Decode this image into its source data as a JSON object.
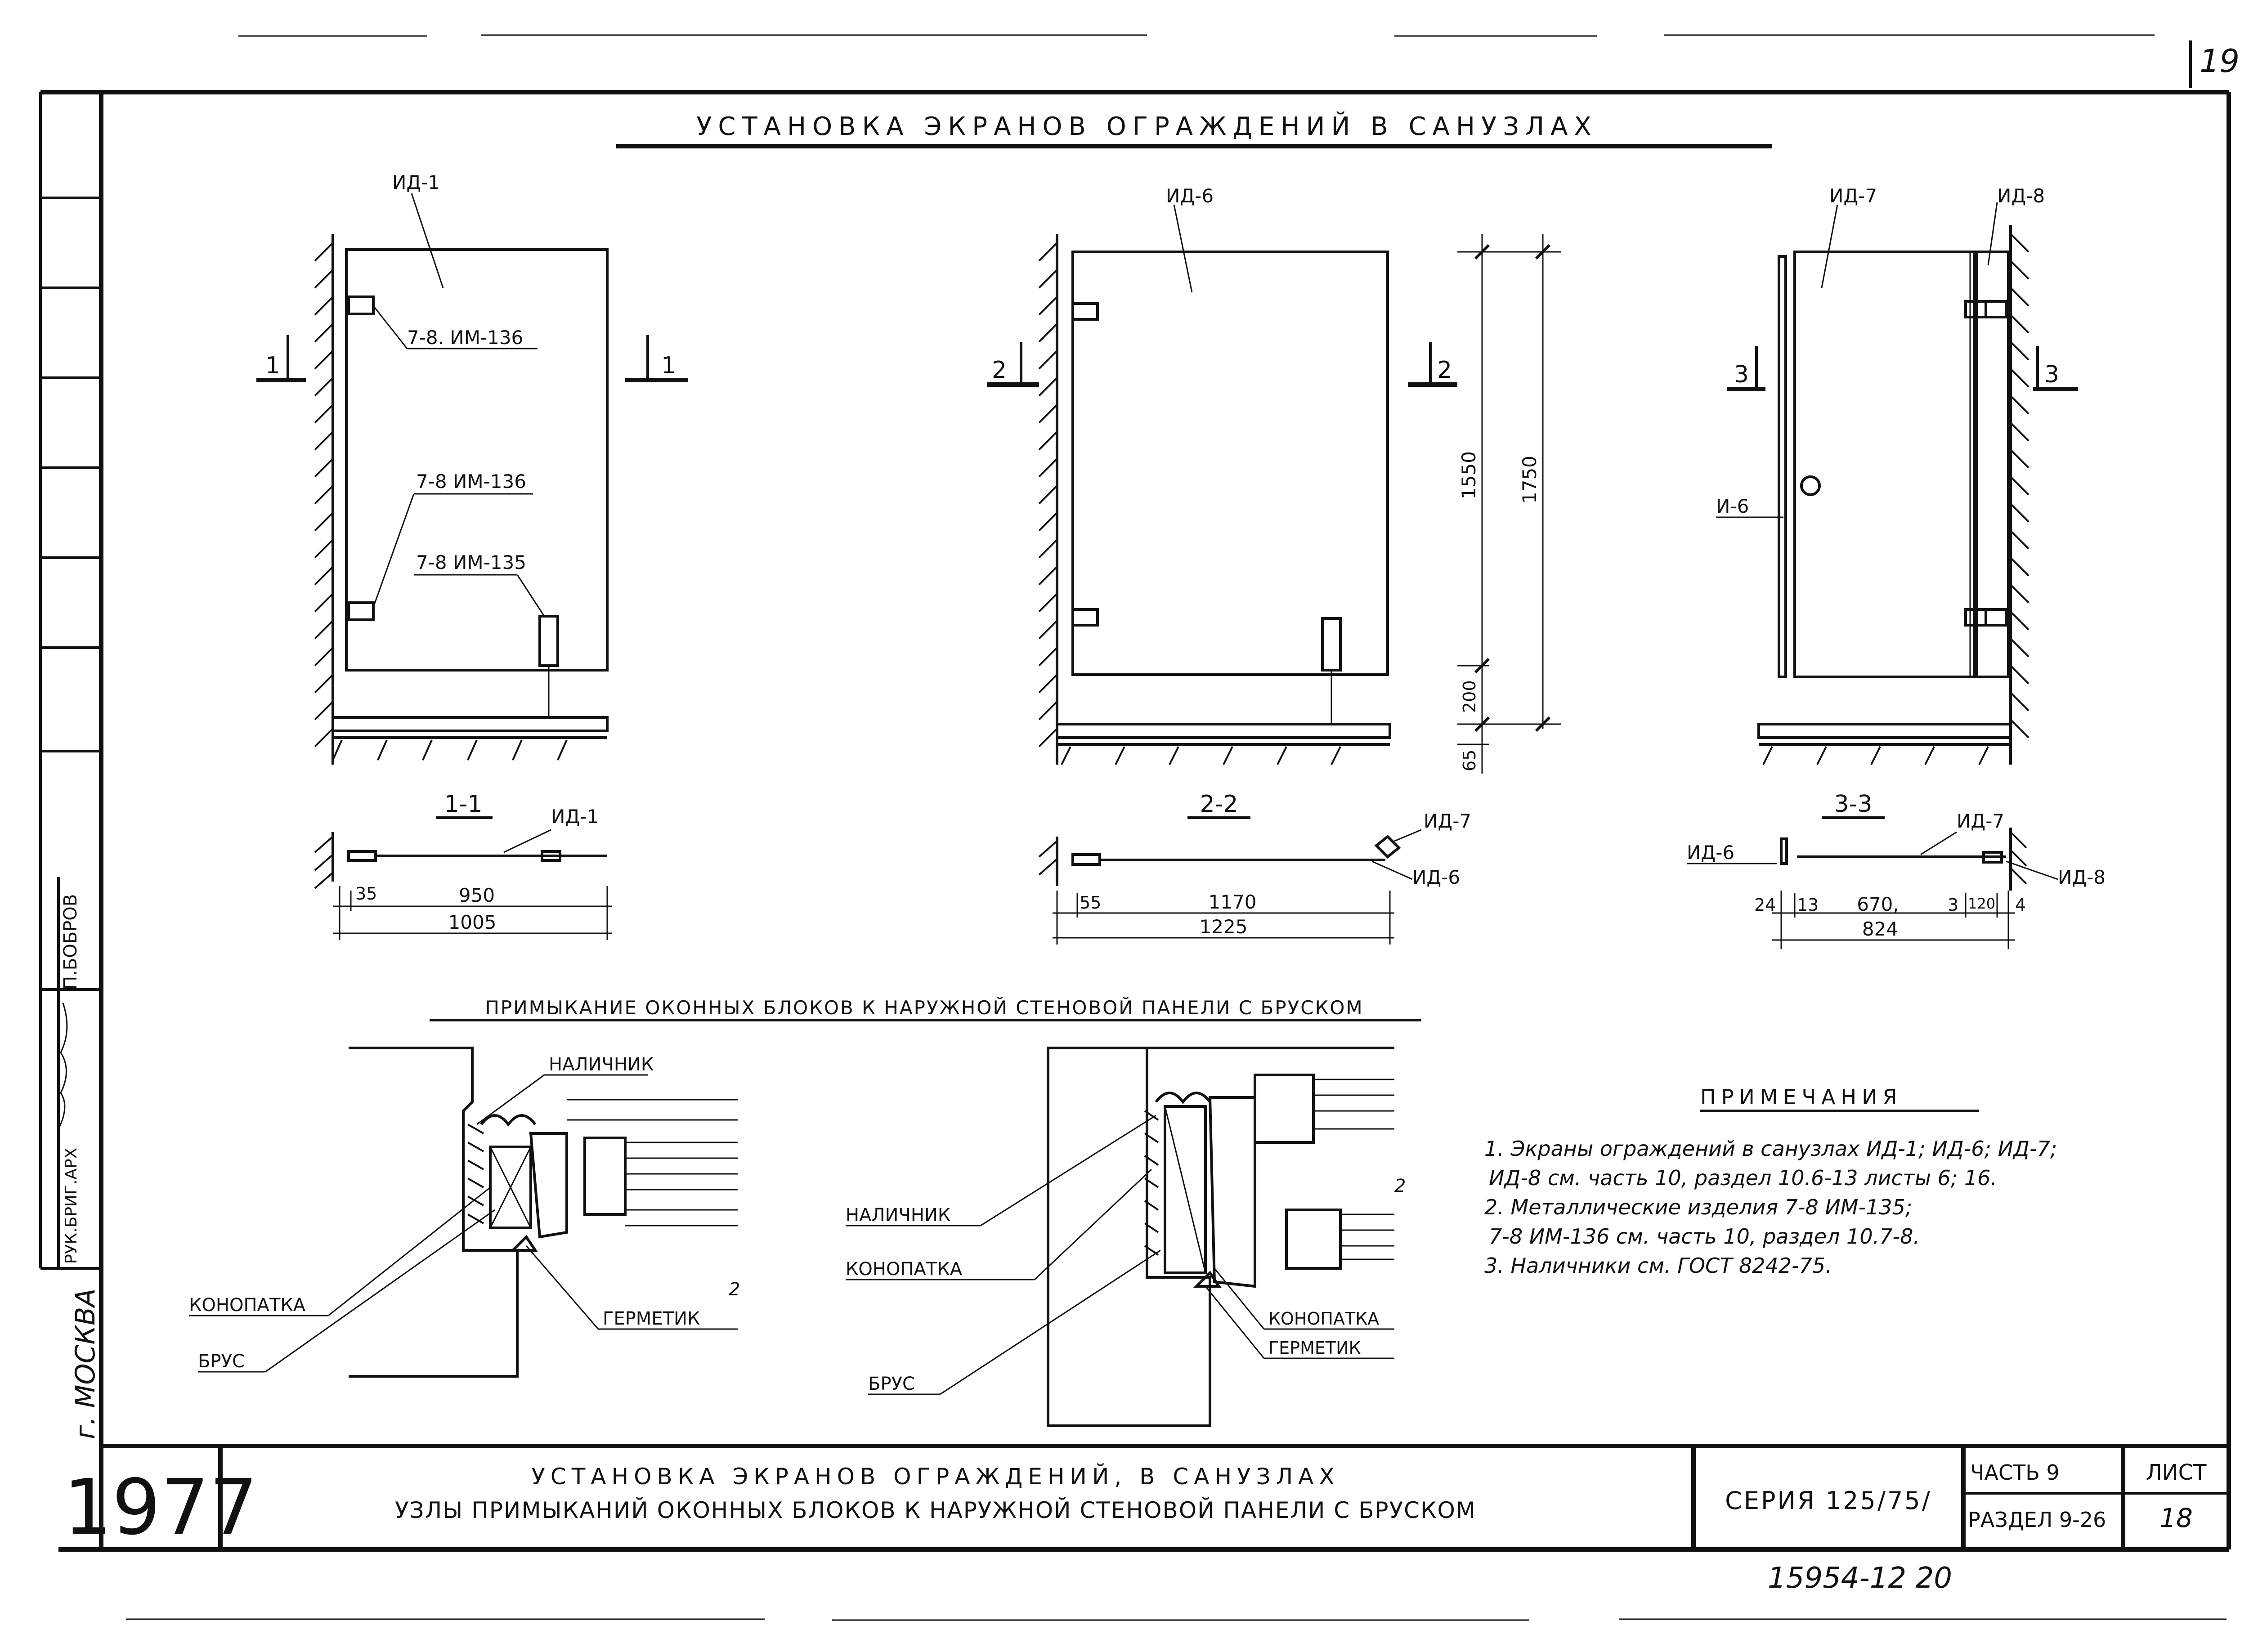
{
  "page_number": "19",
  "main_title": "УСТАНОВКА ЭКРАНОВ ОГРАЖДЕНИЙ В САНУЗЛАХ",
  "elevations": {
    "e1": {
      "panel_label": "ИД-1",
      "hinge_top": "7-8. ИМ-136",
      "hinge_bottom": "7-8 ИМ-136",
      "foot": "7-8 ИМ-135",
      "section_mark": "1"
    },
    "e2": {
      "panel_label": "ИД-6",
      "section_mark": "2",
      "dims": {
        "d1550": "1550",
        "d1750": "1750",
        "d200": "200",
        "d65": "65"
      }
    },
    "e3": {
      "panel_a": "ИД-7",
      "panel_b": "ИД-8",
      "knob_label": "И-6",
      "section_mark": "3"
    }
  },
  "sections": {
    "s1": {
      "title": "1-1",
      "label": "ИД-1",
      "d35": "35",
      "d950": "950",
      "d1005": "1005"
    },
    "s2": {
      "title": "2-2",
      "label_a": "ИД-7",
      "label_b": "ИД-6",
      "d55": "55",
      "d1170": "1170",
      "d1225": "1225"
    },
    "s3": {
      "title": "3-3",
      "label_a": "ИД-6",
      "label_b": "ИД-7",
      "label_c": "ИД-8",
      "d24": "24",
      "d13a": "13",
      "d670": "670,",
      "d3": "3",
      "d120": "120",
      "d4": "4",
      "d824": "824"
    }
  },
  "details_title": "ПРИМЫКАНИЕ ОКОННЫХ БЛОКОВ К НАРУЖНОЙ СТЕНОВОЙ ПАНЕЛИ С БРУСКОМ",
  "detail_left": {
    "nalichnik": "НАЛИЧНИК",
    "konopatka": "КОНОПАТКА",
    "brus": "БРУС",
    "germetik": "ГЕРМЕТИК",
    "mark": "2"
  },
  "detail_right": {
    "nalichnik": "НАЛИЧНИК",
    "konopatka": "КОНОПАТКА",
    "konopatka2": "КОНОПАТКА",
    "germetik": "ГЕРМЕТИК",
    "brus": "БРУС",
    "mark": "2"
  },
  "notes": {
    "title": "ПРИМЕЧАНИЯ",
    "lines": [
      "1. Экраны ограждений в санузлах ИД-1; ИД-6; ИД-7;",
      "ИД-8 см. часть 10, раздел 10.6-13 листы 6; 16.",
      "2. Металлические изделия 7-8 ИМ-135;",
      "7-8 ИМ-136 см. часть 10, раздел 10.7-8.",
      "3. Наличники см. ГОСТ 8242-75."
    ]
  },
  "side_stamp": {
    "city": "г. МОСКВА",
    "role": "РУК.БРИГ.АРХ",
    "name": "П.БОБРОВ"
  },
  "title_block": {
    "year": "1977",
    "line1": "УСТАНОВКА ЭКРАНОВ ОГРАЖДЕНИЙ, В САНУЗЛАХ",
    "line2": "УЗЛЫ ПРИМЫКАНИЙ ОКОННЫХ БЛОКОВ К НАРУЖНОЙ СТЕНОВОЙ ПАНЕЛИ С БРУСКОМ",
    "series": "СЕРИЯ 125/75/",
    "part": "ЧАСТЬ 9",
    "section": "РАЗДЕЛ 9-26",
    "sheet_label": "ЛИСТ",
    "sheet_no": "18"
  },
  "archive_no": "15954-12 20"
}
